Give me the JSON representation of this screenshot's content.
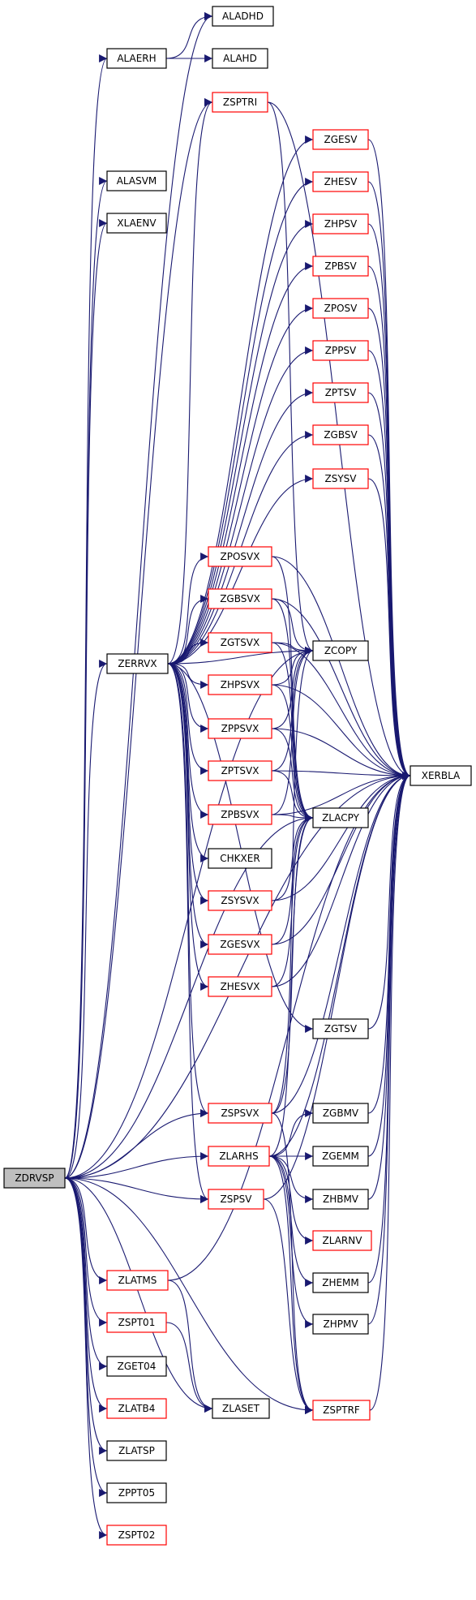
{
  "colors": {
    "edge": "#191970",
    "normal_border": "#000000",
    "linked_border": "#ff0000",
    "root_fill": "#bfbfbf",
    "node_fill": "#ffffff"
  },
  "nodes": [
    {
      "id": "ZDRVSP",
      "label": "ZDRVSP",
      "style": "root"
    },
    {
      "id": "ALADHD",
      "label": "ALADHD",
      "style": "normal"
    },
    {
      "id": "ALAERH",
      "label": "ALAERH",
      "style": "normal"
    },
    {
      "id": "ALAHD",
      "label": "ALAHD",
      "style": "normal"
    },
    {
      "id": "ALASVM",
      "label": "ALASVM",
      "style": "normal"
    },
    {
      "id": "XLAENV",
      "label": "XLAENV",
      "style": "normal"
    },
    {
      "id": "ZSPTRI",
      "label": "ZSPTRI",
      "style": "red"
    },
    {
      "id": "ZGESV",
      "label": "ZGESV",
      "style": "red"
    },
    {
      "id": "ZHESV",
      "label": "ZHESV",
      "style": "red"
    },
    {
      "id": "ZHPSV",
      "label": "ZHPSV",
      "style": "red"
    },
    {
      "id": "ZPBSV",
      "label": "ZPBSV",
      "style": "red"
    },
    {
      "id": "ZPOSV",
      "label": "ZPOSV",
      "style": "red"
    },
    {
      "id": "ZPPSV",
      "label": "ZPPSV",
      "style": "red"
    },
    {
      "id": "ZPTSV",
      "label": "ZPTSV",
      "style": "red"
    },
    {
      "id": "ZGBSV",
      "label": "ZGBSV",
      "style": "red"
    },
    {
      "id": "ZSYSV",
      "label": "ZSYSV",
      "style": "red"
    },
    {
      "id": "ZPOSVX",
      "label": "ZPOSVX",
      "style": "red"
    },
    {
      "id": "ZGBSVX",
      "label": "ZGBSVX",
      "style": "red"
    },
    {
      "id": "ZGTSVX",
      "label": "ZGTSVX",
      "style": "red"
    },
    {
      "id": "ZHPSVX",
      "label": "ZHPSVX",
      "style": "red"
    },
    {
      "id": "ZPPSVX",
      "label": "ZPPSVX",
      "style": "red"
    },
    {
      "id": "ZPTSVX",
      "label": "ZPTSVX",
      "style": "red"
    },
    {
      "id": "ZPBSVX",
      "label": "ZPBSVX",
      "style": "red"
    },
    {
      "id": "CHKXER",
      "label": "CHKXER",
      "style": "normal"
    },
    {
      "id": "ZSYSVX",
      "label": "ZSYSVX",
      "style": "red"
    },
    {
      "id": "ZGESVX",
      "label": "ZGESVX",
      "style": "red"
    },
    {
      "id": "ZHESVX",
      "label": "ZHESVX",
      "style": "red"
    },
    {
      "id": "ZERRVX",
      "label": "ZERRVX",
      "style": "normal"
    },
    {
      "id": "ZCOPY",
      "label": "ZCOPY",
      "style": "normal"
    },
    {
      "id": "ZLACPY",
      "label": "ZLACPY",
      "style": "normal"
    },
    {
      "id": "XERBLA",
      "label": "XERBLA",
      "style": "normal"
    },
    {
      "id": "ZGTSV",
      "label": "ZGTSV",
      "style": "normal"
    },
    {
      "id": "ZSPSVX",
      "label": "ZSPSVX",
      "style": "red"
    },
    {
      "id": "ZLARHS",
      "label": "ZLARHS",
      "style": "red"
    },
    {
      "id": "ZSPSV",
      "label": "ZSPSV",
      "style": "red"
    },
    {
      "id": "ZGBMV",
      "label": "ZGBMV",
      "style": "normal"
    },
    {
      "id": "ZGEMM",
      "label": "ZGEMM",
      "style": "normal"
    },
    {
      "id": "ZHBMV",
      "label": "ZHBMV",
      "style": "normal"
    },
    {
      "id": "ZLARNV",
      "label": "ZLARNV",
      "style": "red"
    },
    {
      "id": "ZHEMM",
      "label": "ZHEMM",
      "style": "normal"
    },
    {
      "id": "ZHPMV",
      "label": "ZHPMV",
      "style": "normal"
    },
    {
      "id": "ZSPTRF",
      "label": "ZSPTRF",
      "style": "red"
    },
    {
      "id": "ZLATMS",
      "label": "ZLATMS",
      "style": "red"
    },
    {
      "id": "ZSPT01",
      "label": "ZSPT01",
      "style": "red"
    },
    {
      "id": "ZGET04",
      "label": "ZGET04",
      "style": "normal"
    },
    {
      "id": "ZLASET",
      "label": "ZLASET",
      "style": "normal"
    },
    {
      "id": "ZLATB4",
      "label": "ZLATB4",
      "style": "red"
    },
    {
      "id": "ZLATSP",
      "label": "ZLATSP",
      "style": "normal"
    },
    {
      "id": "ZPPT05",
      "label": "ZPPT05",
      "style": "normal"
    },
    {
      "id": "ZSPT02",
      "label": "ZSPT02",
      "style": "red"
    }
  ],
  "edges": [
    [
      "ZDRVSP",
      "ALADHD"
    ],
    [
      "ZDRVSP",
      "ALAERH"
    ],
    [
      "ALAERH",
      "ALADHD"
    ],
    [
      "ALAERH",
      "ALAHD"
    ],
    [
      "ZDRVSP",
      "ALASVM"
    ],
    [
      "ZDRVSP",
      "XLAENV"
    ],
    [
      "ZDRVSP",
      "ZSPTRI"
    ],
    [
      "ZDRVSP",
      "ZERRVX"
    ],
    [
      "ZDRVSP",
      "ZSPSVX"
    ],
    [
      "ZDRVSP",
      "ZLARHS"
    ],
    [
      "ZDRVSP",
      "ZSPSV"
    ],
    [
      "ZDRVSP",
      "ZLATMS"
    ],
    [
      "ZDRVSP",
      "ZSPT01"
    ],
    [
      "ZDRVSP",
      "ZGET04"
    ],
    [
      "ZDRVSP",
      "ZLASET"
    ],
    [
      "ZDRVSP",
      "ZLATB4"
    ],
    [
      "ZDRVSP",
      "ZLATSP"
    ],
    [
      "ZDRVSP",
      "ZPPT05"
    ],
    [
      "ZDRVSP",
      "ZSPT02"
    ],
    [
      "ZDRVSP",
      "ZCOPY"
    ],
    [
      "ZDRVSP",
      "ZLACPY"
    ],
    [
      "ZDRVSP",
      "ZSPTRF"
    ],
    [
      "ZDRVSP",
      "XERBLA"
    ],
    [
      "ZERRVX",
      "ZGESV"
    ],
    [
      "ZERRVX",
      "ZHESV"
    ],
    [
      "ZERRVX",
      "ZHPSV"
    ],
    [
      "ZERRVX",
      "ZPBSV"
    ],
    [
      "ZERRVX",
      "ZPOSV"
    ],
    [
      "ZERRVX",
      "ZPPSV"
    ],
    [
      "ZERRVX",
      "ZPTSV"
    ],
    [
      "ZERRVX",
      "ZGBSV"
    ],
    [
      "ZERRVX",
      "ZSYSV"
    ],
    [
      "ZERRVX",
      "ZPOSVX"
    ],
    [
      "ZERRVX",
      "ZGBSVX"
    ],
    [
      "ZERRVX",
      "ZGTSVX"
    ],
    [
      "ZERRVX",
      "ZHPSVX"
    ],
    [
      "ZERRVX",
      "ZPPSVX"
    ],
    [
      "ZERRVX",
      "ZPTSVX"
    ],
    [
      "ZERRVX",
      "ZPBSVX"
    ],
    [
      "ZERRVX",
      "CHKXER"
    ],
    [
      "ZERRVX",
      "ZSYSVX"
    ],
    [
      "ZERRVX",
      "ZGESVX"
    ],
    [
      "ZERRVX",
      "ZHESVX"
    ],
    [
      "ZERRVX",
      "ZGTSV"
    ],
    [
      "ZERRVX",
      "ZSPSVX"
    ],
    [
      "ZERRVX",
      "ZSPSV"
    ],
    [
      "ZERRVX",
      "ZSPTRI"
    ],
    [
      "ZERRVX",
      "ZCOPY"
    ],
    [
      "ZSPTRI",
      "ZCOPY"
    ],
    [
      "ZSPTRI",
      "XERBLA"
    ],
    [
      "ZGESV",
      "XERBLA"
    ],
    [
      "ZHESV",
      "XERBLA"
    ],
    [
      "ZHPSV",
      "XERBLA"
    ],
    [
      "ZPBSV",
      "XERBLA"
    ],
    [
      "ZPOSV",
      "XERBLA"
    ],
    [
      "ZPPSV",
      "XERBLA"
    ],
    [
      "ZPTSV",
      "XERBLA"
    ],
    [
      "ZGBSV",
      "XERBLA"
    ],
    [
      "ZSYSV",
      "XERBLA"
    ],
    [
      "ZPOSVX",
      "XERBLA"
    ],
    [
      "ZPOSVX",
      "ZLACPY"
    ],
    [
      "ZGBSVX",
      "ZCOPY"
    ],
    [
      "ZGBSVX",
      "ZLACPY"
    ],
    [
      "ZGBSVX",
      "XERBLA"
    ],
    [
      "ZGTSVX",
      "ZCOPY"
    ],
    [
      "ZGTSVX",
      "ZLACPY"
    ],
    [
      "ZGTSVX",
      "XERBLA"
    ],
    [
      "ZHPSVX",
      "ZCOPY"
    ],
    [
      "ZHPSVX",
      "ZLACPY"
    ],
    [
      "ZHPSVX",
      "XERBLA"
    ],
    [
      "ZPPSVX",
      "ZCOPY"
    ],
    [
      "ZPPSVX",
      "ZLACPY"
    ],
    [
      "ZPPSVX",
      "XERBLA"
    ],
    [
      "ZPTSVX",
      "ZCOPY"
    ],
    [
      "ZPTSVX",
      "ZLACPY"
    ],
    [
      "ZPTSVX",
      "XERBLA"
    ],
    [
      "ZPBSVX",
      "ZCOPY"
    ],
    [
      "ZPBSVX",
      "ZLACPY"
    ],
    [
      "ZPBSVX",
      "XERBLA"
    ],
    [
      "ZSYSVX",
      "ZLACPY"
    ],
    [
      "ZSYSVX",
      "XERBLA"
    ],
    [
      "ZGESVX",
      "ZLACPY"
    ],
    [
      "ZGESVX",
      "XERBLA"
    ],
    [
      "ZHESVX",
      "ZLACPY"
    ],
    [
      "ZHESVX",
      "XERBLA"
    ],
    [
      "ZGTSV",
      "XERBLA"
    ],
    [
      "ZSPSVX",
      "ZCOPY"
    ],
    [
      "ZSPSVX",
      "ZLACPY"
    ],
    [
      "ZSPSVX",
      "XERBLA"
    ],
    [
      "ZSPSVX",
      "ZSPTRF"
    ],
    [
      "ZLARHS",
      "ZGBMV"
    ],
    [
      "ZLARHS",
      "ZGEMM"
    ],
    [
      "ZLARHS",
      "ZHBMV"
    ],
    [
      "ZLARHS",
      "ZLARNV"
    ],
    [
      "ZLARHS",
      "ZHEMM"
    ],
    [
      "ZLARHS",
      "ZHPMV"
    ],
    [
      "ZLARHS",
      "ZLACPY"
    ],
    [
      "ZLARHS",
      "XERBLA"
    ],
    [
      "ZLARHS",
      "ZSPTRF"
    ],
    [
      "ZSPSV",
      "ZSPTRF"
    ],
    [
      "ZSPSV",
      "XERBLA"
    ],
    [
      "ZGBMV",
      "XERBLA"
    ],
    [
      "ZGEMM",
      "XERBLA"
    ],
    [
      "ZHBMV",
      "XERBLA"
    ],
    [
      "ZHEMM",
      "XERBLA"
    ],
    [
      "ZHPMV",
      "XERBLA"
    ],
    [
      "ZSPTRF",
      "XERBLA"
    ],
    [
      "ZLATMS",
      "ZLASET"
    ],
    [
      "ZLATMS",
      "XERBLA"
    ],
    [
      "ZSPT01",
      "ZLASET"
    ]
  ]
}
